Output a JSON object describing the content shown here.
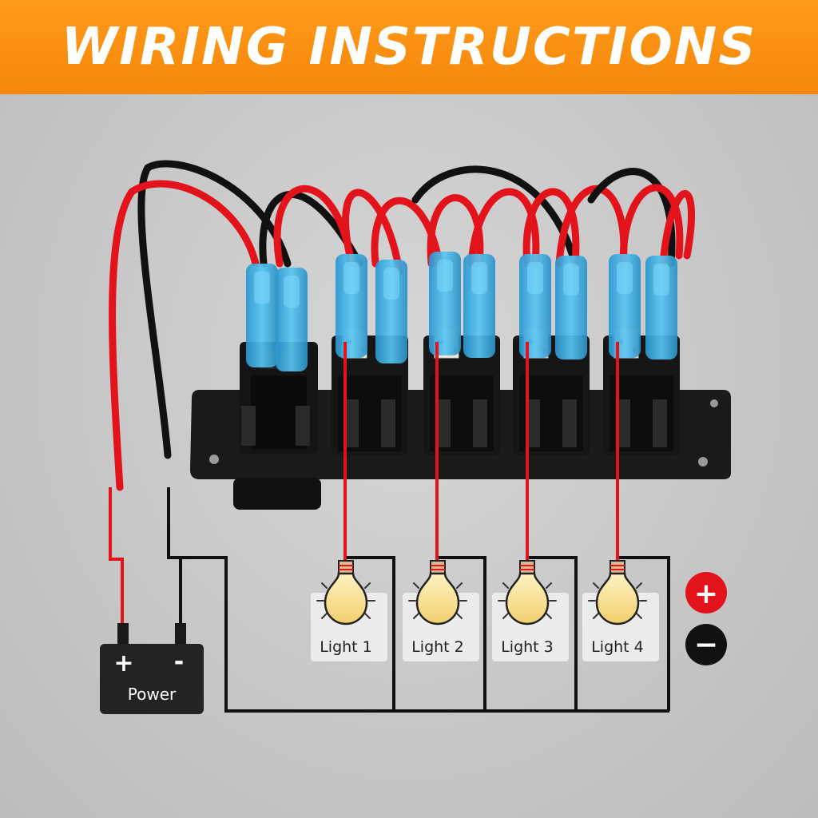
{
  "title": "WIRING INSTRUCTIONS",
  "lights": [
    "Light 1",
    "Light 2",
    "Light 3",
    "Light 4"
  ],
  "power": {
    "label": "Power",
    "pos_symbol": "+",
    "neg_symbol": "-"
  },
  "legend": {
    "positive": "+",
    "negative": "−"
  },
  "colors": {
    "banner": "#f7900f",
    "positive_wire": "#e3131b",
    "negative_wire": "#111111",
    "connector": "#3bb3e6",
    "bulb": "#f6dc8f"
  }
}
